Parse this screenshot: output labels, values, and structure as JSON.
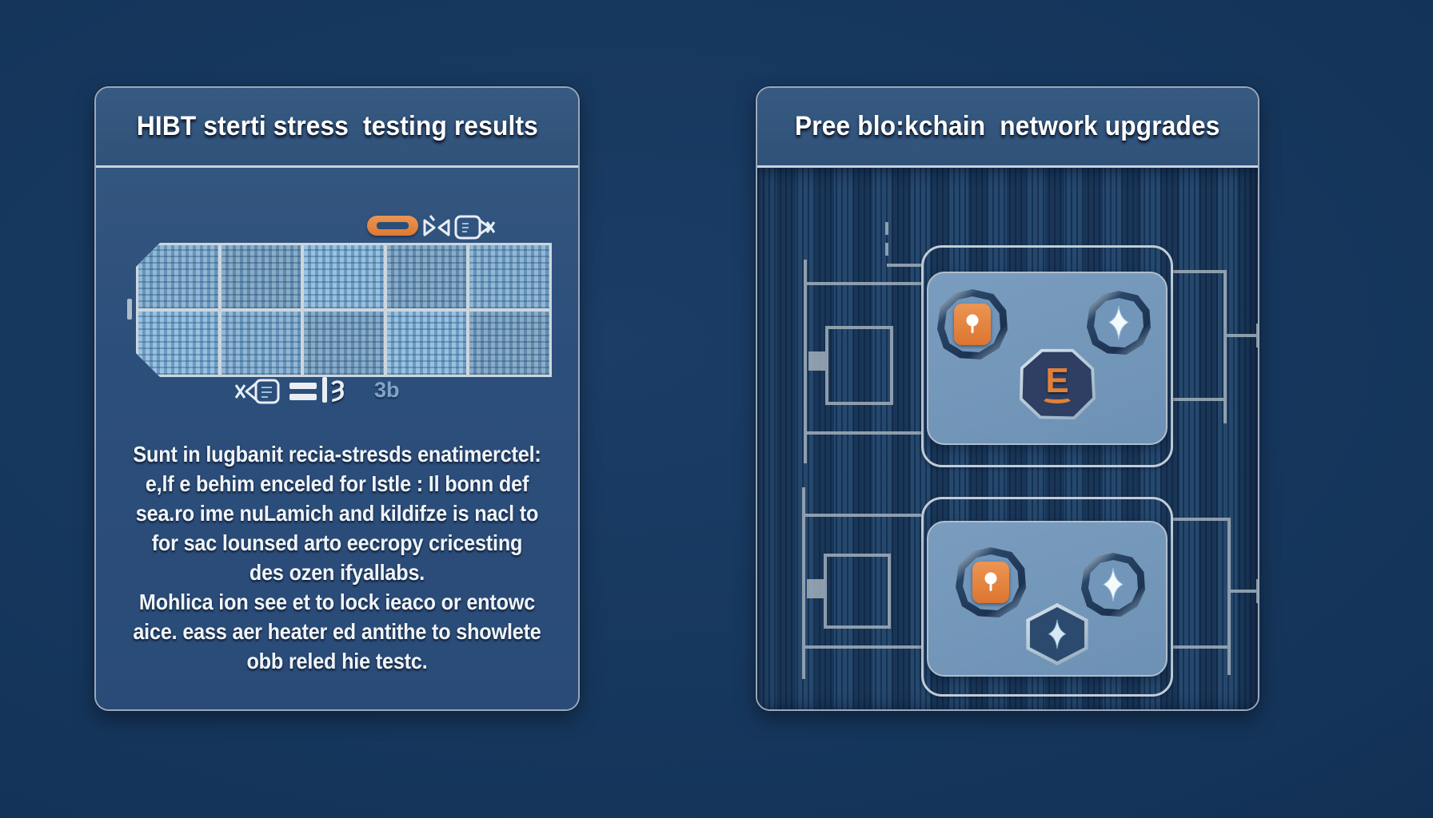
{
  "left_panel": {
    "title": "HIBT sterti stress  testing results",
    "body_lines": [
      "Sunt in lugbanit recia-stresds enatimerctel:",
      "e,lf e behim enceled for Istle : Il bonn def",
      "sea.ro ime nuLamich and kildifze is nacl to",
      "for sac lounsed arto eecropy cricesting",
      "des ozen ifyallabs.",
      "Mohlica ion see et to lock ieaco or entowc",
      "aice. eass aer heater ed antithe to showlete",
      "obb reled hie testc."
    ],
    "label_3b": "3b",
    "glyph_yogh": "Ȝ"
  },
  "right_panel": {
    "title": "Pree blo:kchain  network upgrades",
    "chip_letter": "E"
  },
  "colors": {
    "accent_orange": "#e0813c",
    "left_header_blue": "#32547f",
    "left_body_blue": "#2d4f7c",
    "right_body_blue": "#1f4166",
    "module_fill_blue": "#7296b9",
    "solar_cell_blue": "#8fb6d4",
    "trace_gray": "#a2afbb",
    "panel_border": "#9aa9bb",
    "text_white": "#f0f5fa"
  },
  "icon_names": [
    "battery-icon",
    "valve-bowtie-icon",
    "connector-x-icon",
    "arrow-connector-icon",
    "equals-icon",
    "yogh-bar-icon",
    "energy-chip-icon",
    "spark-icon",
    "eth-chip-icon",
    "hex-bolt-icon"
  ]
}
